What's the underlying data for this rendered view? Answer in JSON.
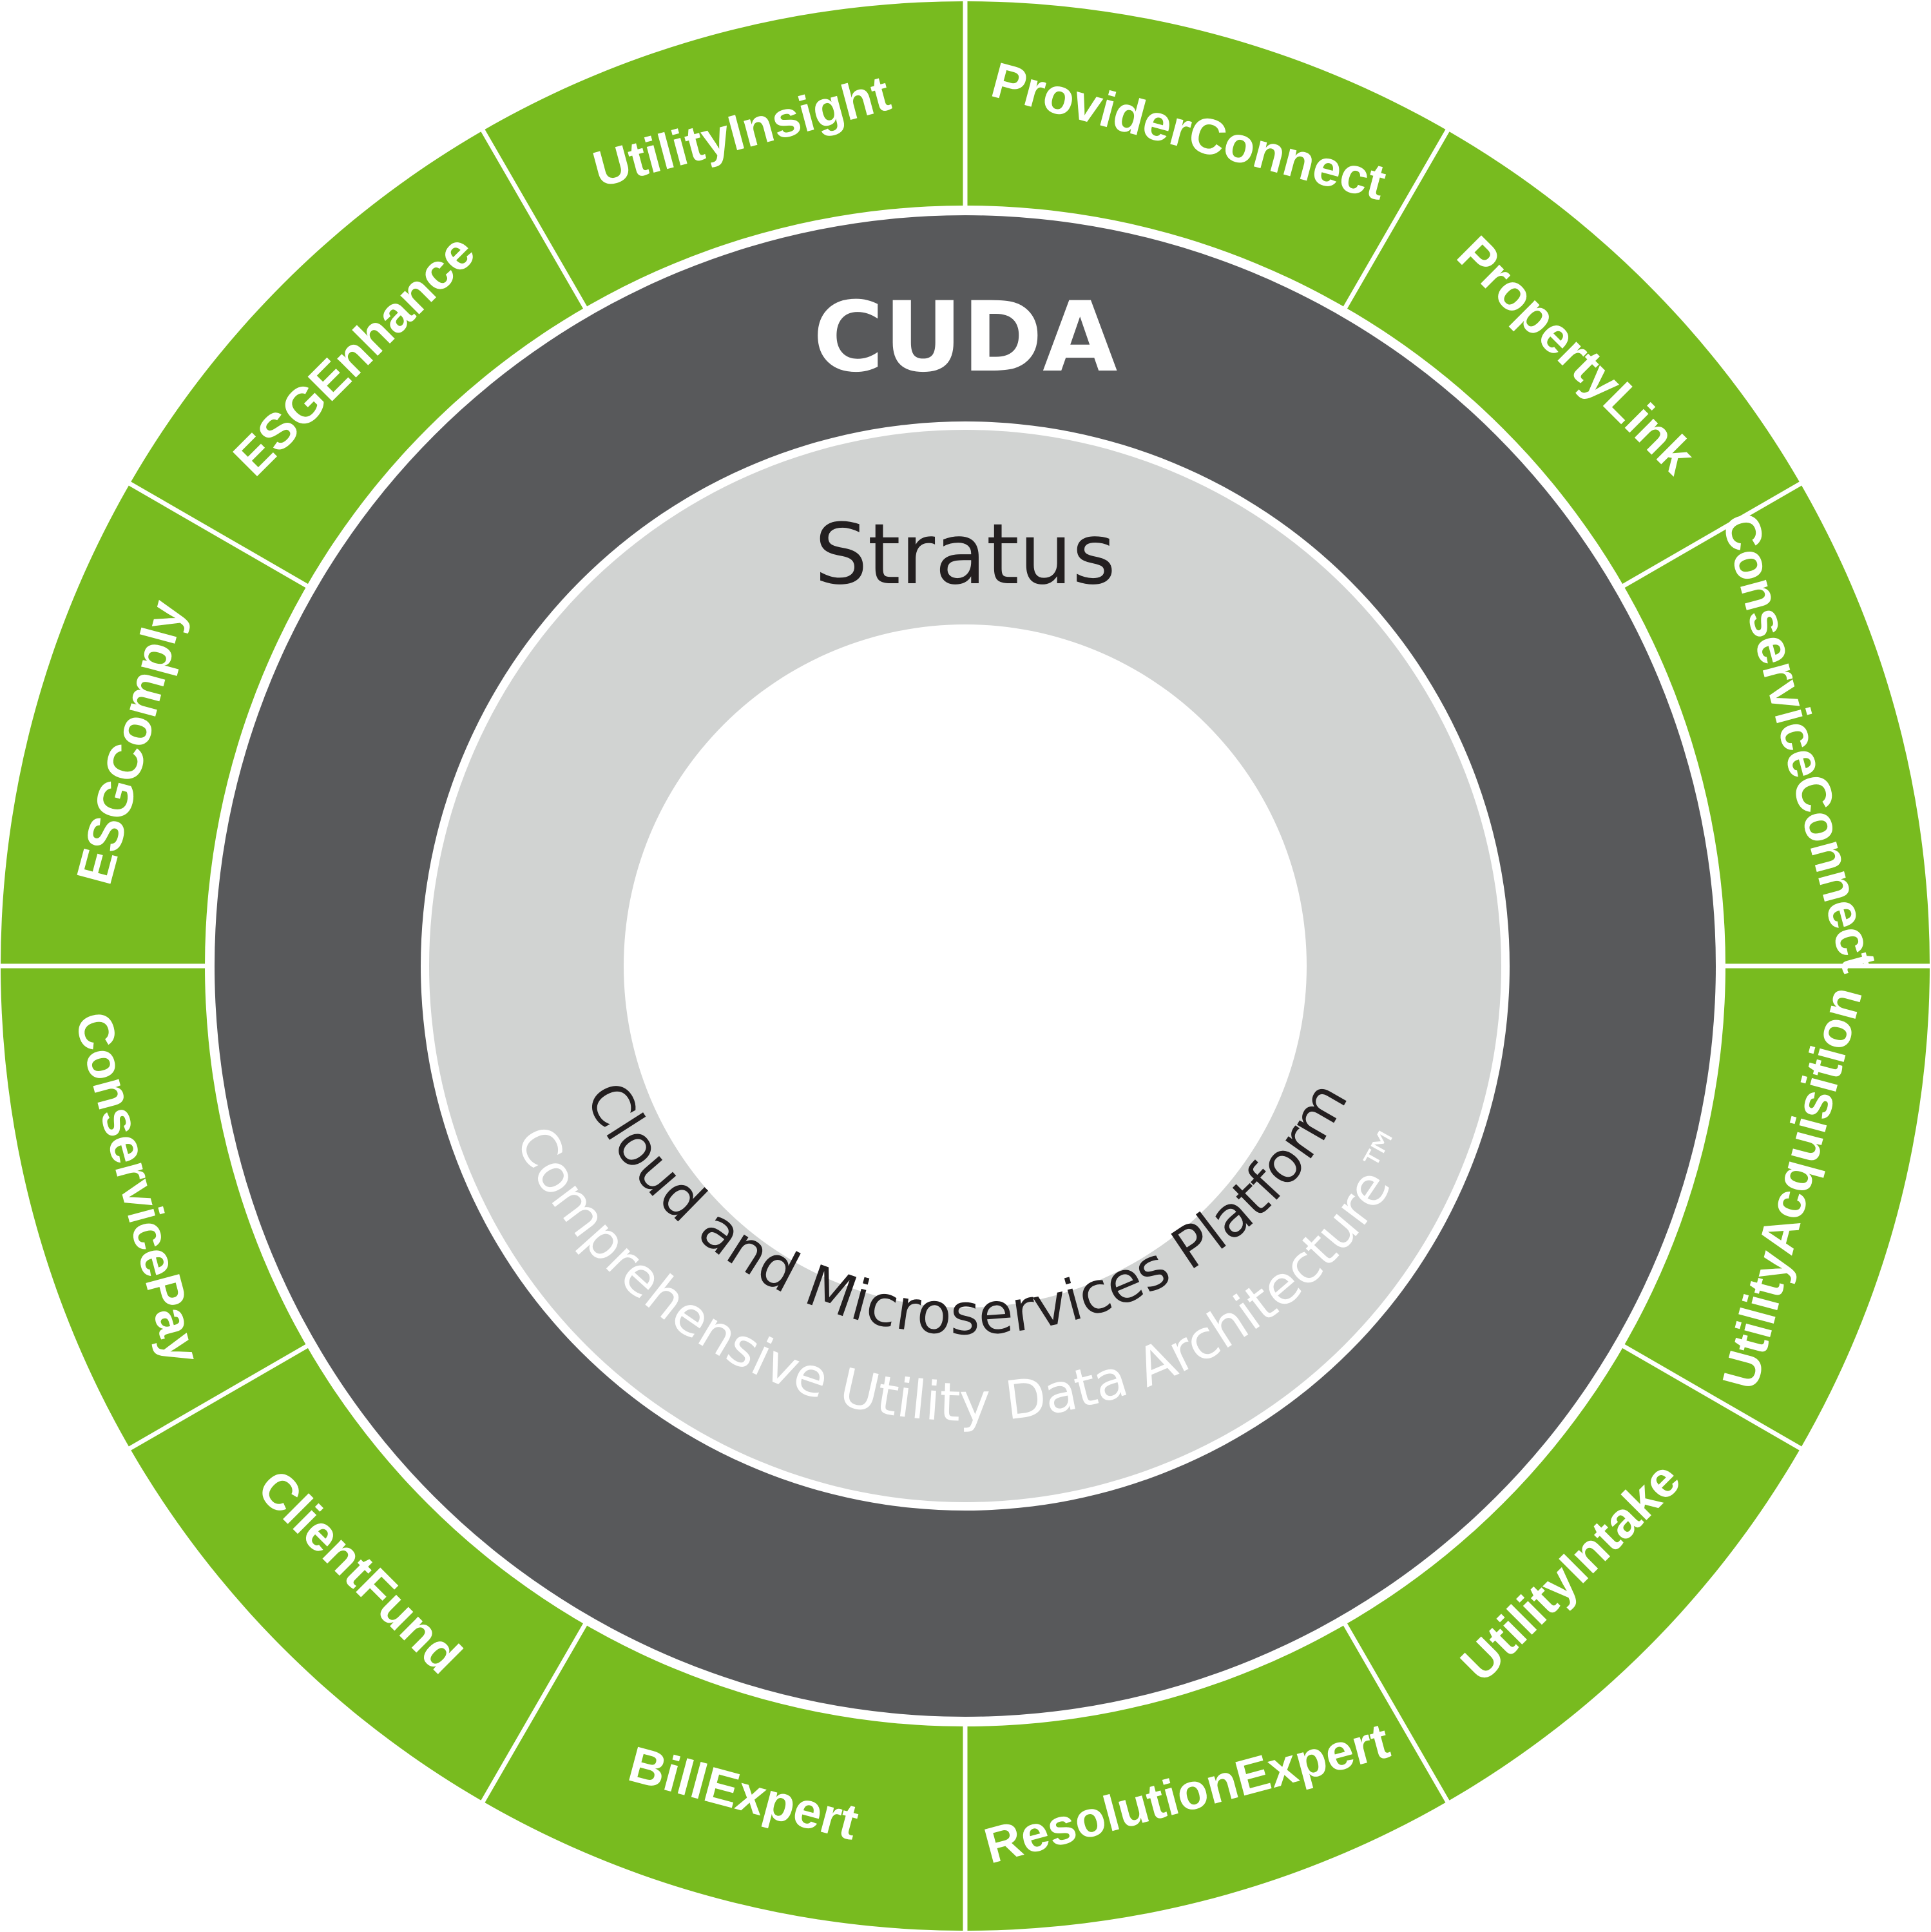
{
  "outer_ring": {
    "color": "#78bb1f",
    "segments": [
      "ProviderConnect",
      "PropertyLink",
      "ConserviceConnect",
      "UtilityAcquisition",
      "UtilityIntake",
      "ResolutionExpert",
      "BillExpert",
      "ClientFund",
      "ConservicePay",
      "ESGComply",
      "ESGEnhance",
      "UtilityInsight"
    ]
  },
  "middle_ring": {
    "color": "#58595b",
    "title": "CUDA",
    "subtitle": "Comprehensive Utility Data Architecture™"
  },
  "inner_ring": {
    "color": "#d1d3d2",
    "title": "Stratus",
    "subtitle": "Cloud and Microservices Platform"
  }
}
